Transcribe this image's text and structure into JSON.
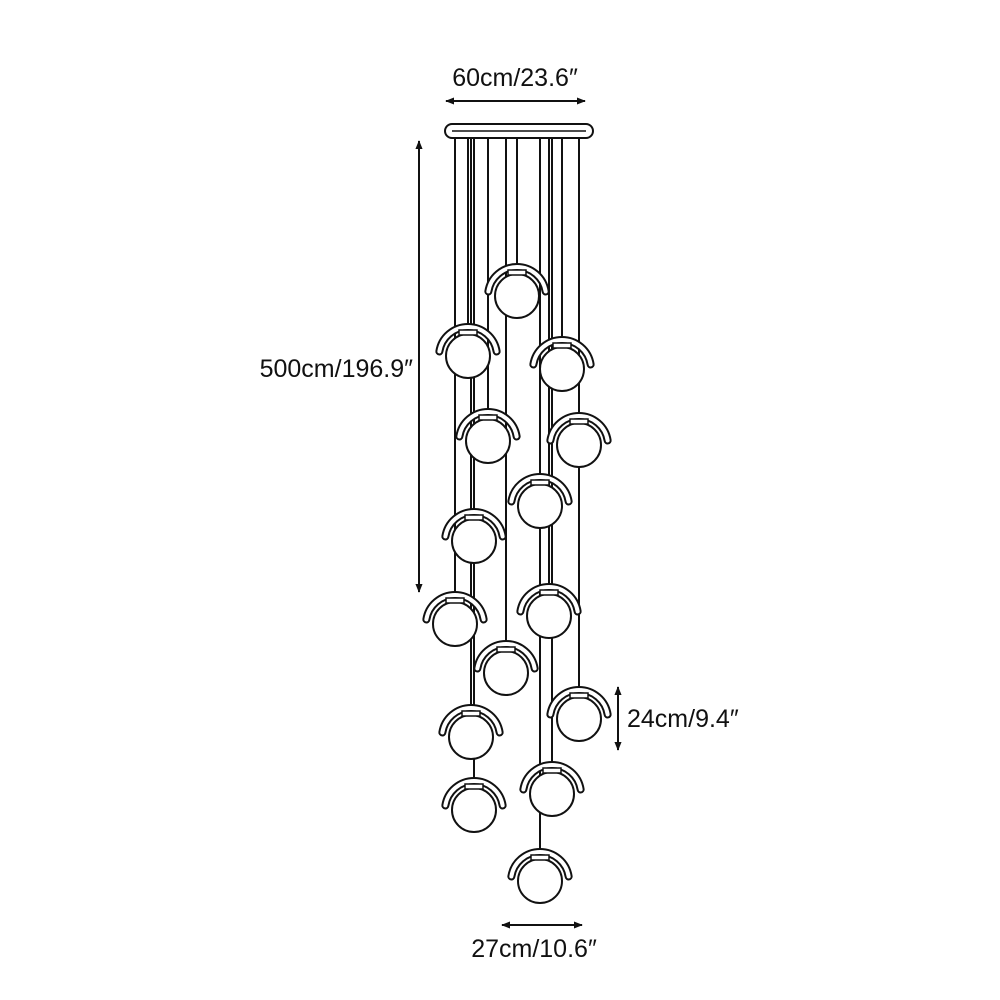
{
  "dimensions": {
    "canopy_width": "60cm/23.6″",
    "total_height": "500cm/196.9″",
    "globe_height": "24cm/9.4″",
    "fixture_width": "27cm/10.6″"
  },
  "colors": {
    "line": "#111111",
    "globe_fill": "#ffffff",
    "background": "#ffffff"
  },
  "pendant_count": 15
}
